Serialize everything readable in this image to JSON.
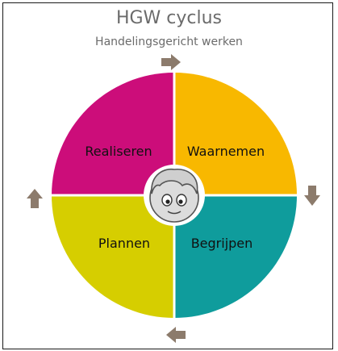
{
  "diagram": {
    "title": "HGW cyclus",
    "subtitle": "Handelingsgericht werken",
    "quadrants": [
      {
        "label": "Waarnemen",
        "color": "#f8b800"
      },
      {
        "label": "Begrijpen",
        "color": "#0f9c9c"
      },
      {
        "label": "Plannen",
        "color": "#d6ce00"
      },
      {
        "label": "Realiseren",
        "color": "#cc0d7a"
      }
    ],
    "arrow_color": "#8c7b6c",
    "center_icon": "child-face-icon"
  }
}
